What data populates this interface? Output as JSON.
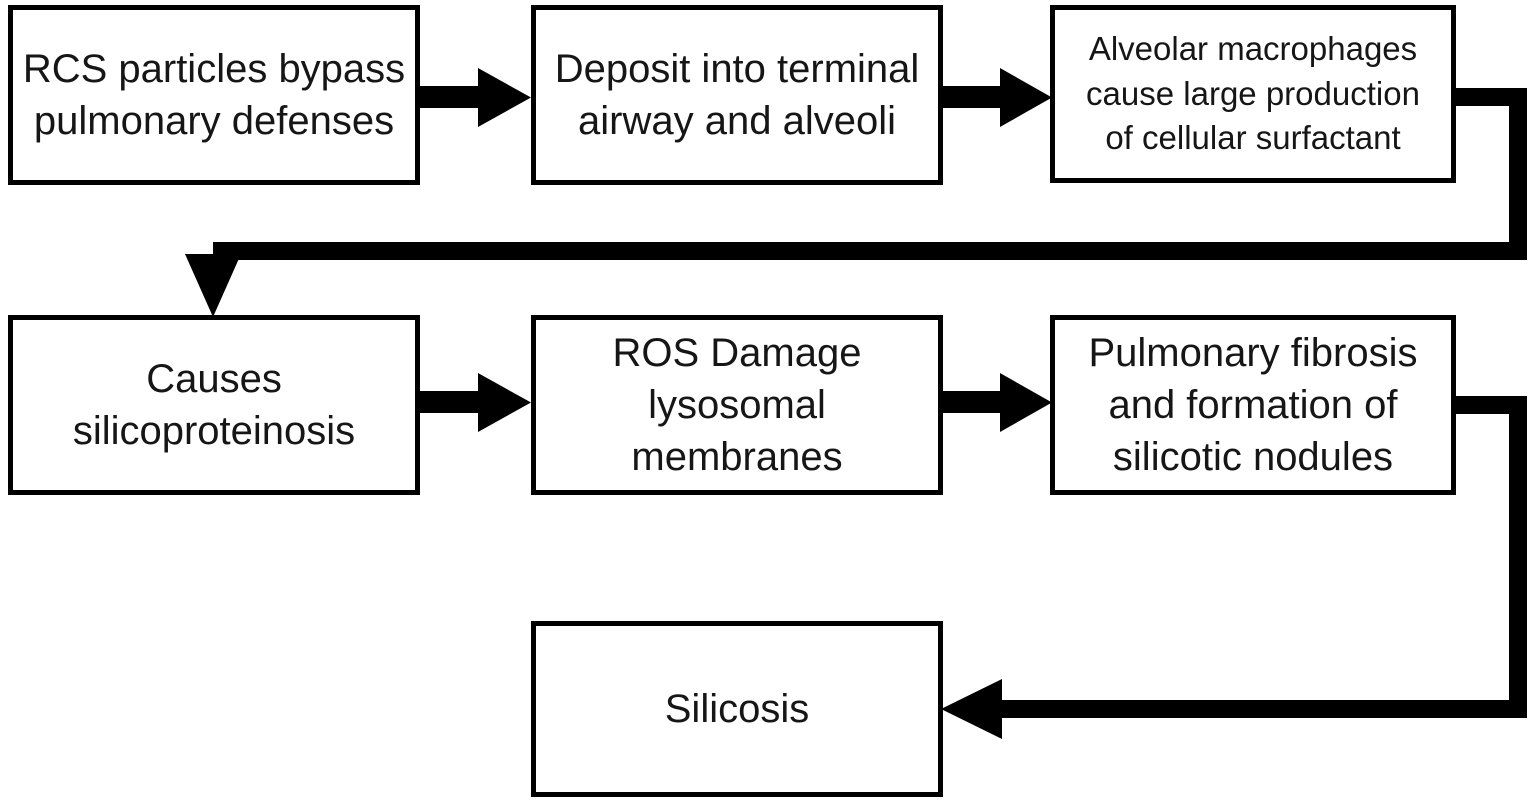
{
  "diagram": {
    "background": "#ffffff",
    "colors": {
      "box_border": "#000000",
      "box_fill": "#ffffff",
      "text": "#161616",
      "arrow": "#000000"
    },
    "nodes": [
      {
        "id": "rcs-bypass",
        "text": "RCS particles bypass\npulmonary defenses"
      },
      {
        "id": "deposit",
        "text": "Deposit into terminal\nairway and alveoli"
      },
      {
        "id": "macrophages",
        "text": "Alveolar macrophages\ncause large production\nof cellular surfactant"
      },
      {
        "id": "silicoproteinosis",
        "text": "Causes\nsilicoproteinosis"
      },
      {
        "id": "ros-damage",
        "text": "ROS Damage\nlysosomal\nmembranes"
      },
      {
        "id": "fibrosis",
        "text": "Pulmonary fibrosis\nand formation of\nsilicotic nodules"
      },
      {
        "id": "silicosis",
        "text": "Silicosis"
      }
    ],
    "edges": [
      {
        "from": "rcs-bypass",
        "to": "deposit"
      },
      {
        "from": "deposit",
        "to": "macrophages"
      },
      {
        "from": "macrophages",
        "to": "silicoproteinosis"
      },
      {
        "from": "silicoproteinosis",
        "to": "ros-damage"
      },
      {
        "from": "ros-damage",
        "to": "fibrosis"
      },
      {
        "from": "fibrosis",
        "to": "silicosis"
      }
    ]
  }
}
